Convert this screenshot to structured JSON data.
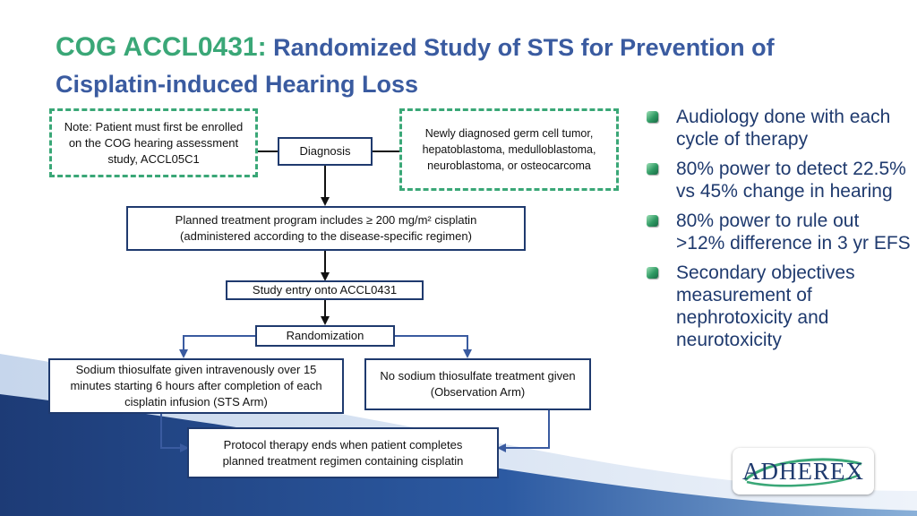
{
  "slide": {
    "title_code": "COG ACCL0431:",
    "title_rest": "Randomized Study of STS for Prevention of Cisplatin-induced Hearing Loss"
  },
  "note": {
    "label": "Note:",
    "text": "Patient must first be enrolled on the COG hearing assessment study, ACCL05C1"
  },
  "flowchart": {
    "diagnosis": "Diagnosis",
    "tumor_types": "Newly diagnosed germ cell tumor, hepatoblastoma, medulloblastoma, neuroblastoma, or osteocarcoma",
    "planned_line1": "Planned treatment program includes ≥ 200 mg/m² cisplatin",
    "planned_line2": "(administered according to the disease-specific regimen)",
    "study_entry": "Study entry onto ACCL0431",
    "randomization": "Randomization",
    "sts_arm": "Sodium thiosulfate given intravenously over 15 minutes starting 6 hours after completion of each cisplatin infusion (STS Arm)",
    "observation_arm": "No sodium thiosulfate treatment given (Observation Arm)",
    "protocol_end": "Protocol therapy ends when patient completes planned treatment regimen containing cisplatin"
  },
  "bullets": [
    "Audiology done with each cycle of therapy",
    "80% power to detect 22.5% vs 45% change in hearing",
    "80% power to rule out >12% difference in 3 yr EFS",
    "Secondary objectives measurement of nephrotoxicity and neurotoxicity"
  ],
  "logo": {
    "text": "ADHEREX"
  },
  "colors": {
    "title_code": "#3aa777",
    "title": "#3a5ba0",
    "box_border": "#1f3a6e",
    "note_border": "#3aa777",
    "bullet_text": "#1f3a6e",
    "wave": "#1f3f7a"
  },
  "icons": {
    "bullet": "green-gem-bullet-icon"
  }
}
